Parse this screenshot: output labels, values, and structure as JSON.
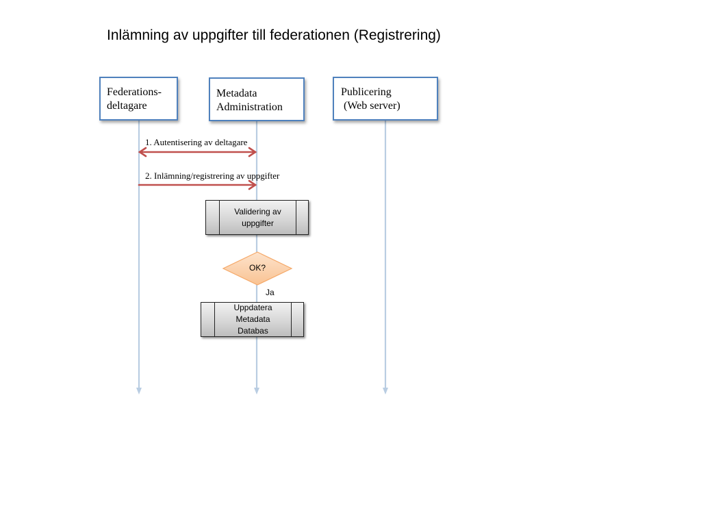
{
  "title": "Inlämning av uppgifter till federationen (Registrering)",
  "actors": [
    {
      "id": "deltagare",
      "lines": [
        "Federations-",
        "deltagare"
      ]
    },
    {
      "id": "admin",
      "lines": [
        "Metadata",
        "Administration"
      ]
    },
    {
      "id": "publicering",
      "lines": [
        "Publicering",
        " (Web server)"
      ]
    }
  ],
  "messages": [
    {
      "label": "1. Autentisering av deltagare",
      "from": "deltagare",
      "to": "admin",
      "bidirectional": true
    },
    {
      "label": "2. Inlämning/registrering av uppgifter",
      "from": "deltagare",
      "to": "admin",
      "bidirectional": false
    }
  ],
  "process_validering": {
    "lines": [
      "Validering av",
      "uppgifter"
    ]
  },
  "decision": {
    "label": "OK?",
    "yes_label": "Ja"
  },
  "process_uppdatera": {
    "lines": [
      "Uppdatera",
      "Metadata",
      "Databas"
    ]
  },
  "colors": {
    "actor_border": "#4f81bd",
    "lifeline": "#b9cde2",
    "message_arrow": "#c0504d",
    "decision_fill": "#fbcfa9",
    "decision_border": "#f5a868"
  }
}
